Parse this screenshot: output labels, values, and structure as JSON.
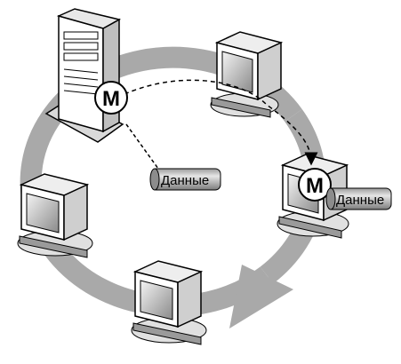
{
  "diagram": {
    "token_letter": "M",
    "data_label": "Данные",
    "nodes": [
      "server",
      "computer-top-right",
      "computer-right",
      "computer-bottom",
      "computer-left"
    ]
  }
}
